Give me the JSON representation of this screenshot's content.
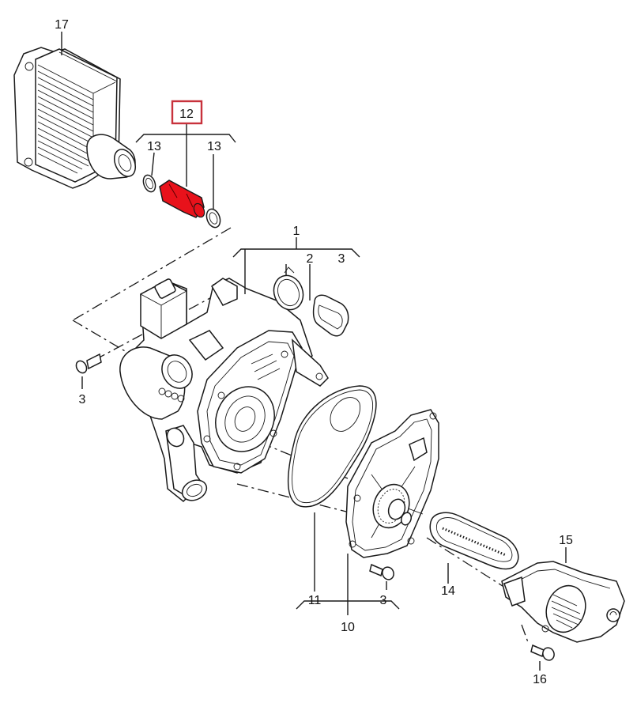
{
  "diagram": {
    "labels": {
      "l1": "1",
      "l2": "2",
      "l3a": "3",
      "l3b": "3",
      "l3c": "3",
      "l10": "10",
      "l11": "11",
      "l12": "12",
      "l13a": "13",
      "l13b": "13",
      "l14": "14",
      "l15": "15",
      "l16": "16",
      "l17": "17"
    },
    "highlight_color": "#e8121b",
    "highlight_box_color": "#c8323c",
    "highlighted_part": "12"
  }
}
